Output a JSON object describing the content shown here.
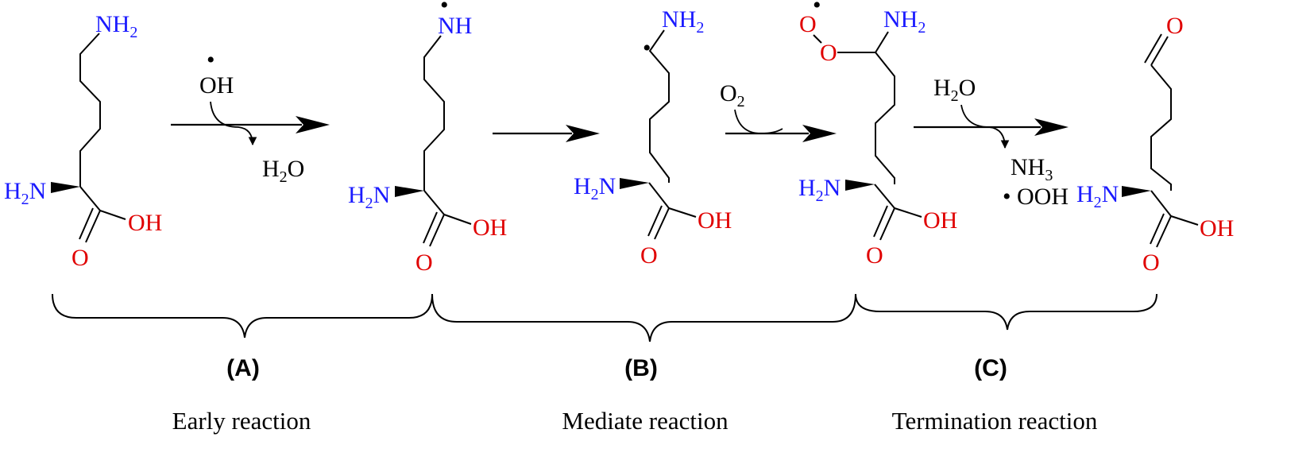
{
  "colors": {
    "nitrogen": "#1a1aff",
    "oxygen": "#e00000",
    "bond": "#000000"
  },
  "molecules": {
    "m1": {
      "top_group": "NH",
      "top_sub": "2",
      "alpha_amine": "H",
      "alpha_amine_sub": "2",
      "alpha_amine_n": "N",
      "carbonyl_o": "O",
      "hydroxyl": "OH"
    },
    "m2": {
      "top_group": "NH",
      "radical_dot": "•",
      "alpha_amine": "H",
      "alpha_amine_sub": "2",
      "alpha_amine_n": "N",
      "carbonyl_o": "O",
      "hydroxyl": "OH"
    },
    "m3": {
      "top_group": "NH",
      "top_sub": "2",
      "radical_dot": "•",
      "alpha_amine": "H",
      "alpha_amine_sub": "2",
      "alpha_amine_n": "N",
      "carbonyl_o": "O",
      "hydroxyl": "OH"
    },
    "m4": {
      "top_group": "NH",
      "top_sub": "2",
      "peroxy_o1": "O",
      "peroxy_o2": "O",
      "radical_dot": "•",
      "alpha_amine": "H",
      "alpha_amine_sub": "2",
      "alpha_amine_n": "N",
      "carbonyl_o": "O",
      "hydroxyl": "OH"
    },
    "m5": {
      "aldehyde_o": "O",
      "alpha_amine": "H",
      "alpha_amine_sub": "2",
      "alpha_amine_n": "N",
      "carbonyl_o": "O",
      "hydroxyl": "OH"
    }
  },
  "reagents": {
    "step1_in": "OH",
    "step1_in_dot": "•",
    "step1_out_h": "H",
    "step1_out_sub": "2",
    "step1_out_o": "O",
    "step3_in": "O",
    "step3_in_sub": "2",
    "step4_in_h": "H",
    "step4_in_sub": "2",
    "step4_in_o": "O",
    "step4_out1": "NH",
    "step4_out1_sub": "3",
    "step4_out2": "• OOH"
  },
  "stages": [
    {
      "label": "(A)",
      "caption": "Early reaction"
    },
    {
      "label": "(B)",
      "caption": "Mediate reaction"
    },
    {
      "label": "(C)",
      "caption": "Termination reaction"
    }
  ]
}
